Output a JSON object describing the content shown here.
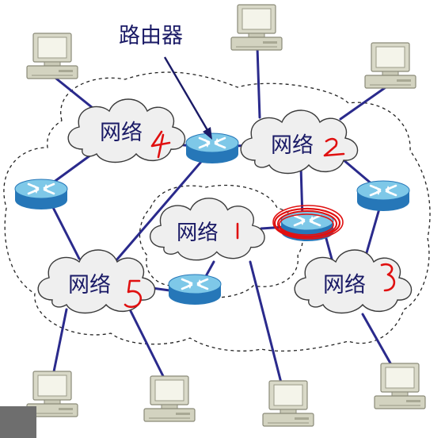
{
  "diagram": {
    "router_label": "路由器",
    "networks": [
      {
        "label": "网络",
        "mark": "4"
      },
      {
        "label": "网络",
        "mark": "2"
      },
      {
        "label": "网络",
        "mark": "1"
      },
      {
        "label": "网络",
        "mark": "5"
      },
      {
        "label": "网络",
        "mark": "3"
      }
    ]
  },
  "colors": {
    "link": "#2a2a8c",
    "router_top": "#7ec8e8",
    "router_side": "#2677b8",
    "cloud_fill": "#efefef",
    "annotation": "#e01010"
  }
}
